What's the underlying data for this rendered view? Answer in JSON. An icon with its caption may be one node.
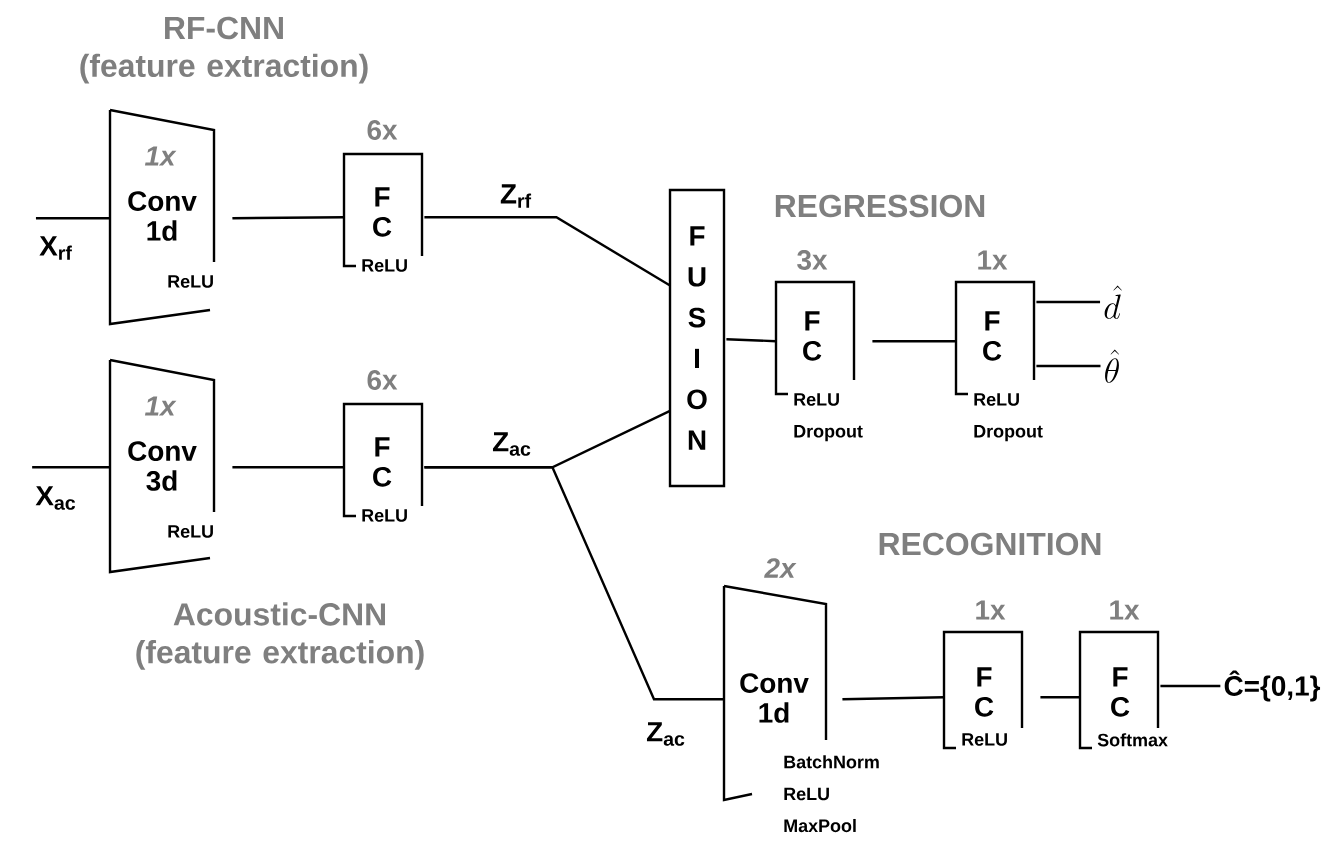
{
  "diagram": {
    "nodes": [
      {
        "text": [
          "X$_{rf}$"
        ]
      },
      {
        "text": [
          "1x",
          "Conv 1d",
          "ReLU"
        ]
      },
      {
        "text": [
          "6x",
          "F C",
          "ReLU"
        ]
      },
      {
        "text": [
          "X$_{ac}$"
        ]
      },
      {
        "text": [
          "1x",
          "Conv 3d",
          "ReLU"
        ]
      },
      {
        "text": [
          "6x",
          "F C",
          "ReLU"
        ]
      },
      {
        "text": [
          "F U S I O N"
        ]
      },
      {
        "text": [
          "3x",
          "F C",
          "ReLU Dropout"
        ]
      },
      {
        "text": [
          "1x",
          "F C",
          "ReLU Dropout"
        ]
      },
      {
        "text": [
          "\\hat{d}"
        ]
      },
      {
        "text": [
          "\\hat{\\theta}"
        ]
      },
      {
        "text": [
          "2x",
          "Conv 1d",
          "BatchNorm ReLU MaxPool"
        ]
      },
      {
        "text": [
          "1x",
          "F C",
          "ReLU"
        ]
      },
      {
        "text": [
          "1x",
          "F C",
          "Softmax"
        ]
      },
      {
        "text": [
          "Ĉ={0,1}"
        ]
      }
    ],
    "edges": [
      {
        "from": 0,
        "to": 1,
        "arrow": "none"
      },
      {
        "from": 1,
        "to": 2,
        "arrow": "none"
      },
      {
        "from": 2,
        "to": 6,
        "arrow": "none",
        "label": "Z$_{rf}$"
      },
      {
        "from": 3,
        "to": 4,
        "arrow": "none"
      },
      {
        "from": 4,
        "to": 5,
        "arrow": "none"
      },
      {
        "from": 5,
        "to": 6,
        "arrow": "none",
        "label": "Z$_{ac}$"
      },
      {
        "from": 5,
        "to": 11,
        "arrow": "none",
        "label": "Z$_{ac}$"
      },
      {
        "from": 6,
        "to": 7,
        "arrow": "none"
      },
      {
        "from": 7,
        "to": 8,
        "arrow": "none"
      },
      {
        "from": 8,
        "to": 9,
        "arrow": "none"
      },
      {
        "from": 8,
        "to": 10,
        "arrow": "none"
      },
      {
        "from": 11,
        "to": 12,
        "arrow": "none"
      },
      {
        "from": 12,
        "to": 13,
        "arrow": "none"
      },
      {
        "from": 13,
        "to": 14,
        "arrow": "none"
      }
    ],
    "labels": [
      "RF-CNN (feature extraction)",
      "Acoustic-CNN (feature extraction)",
      "REGRESSION",
      "RECOGNITION"
    ]
  }
}
